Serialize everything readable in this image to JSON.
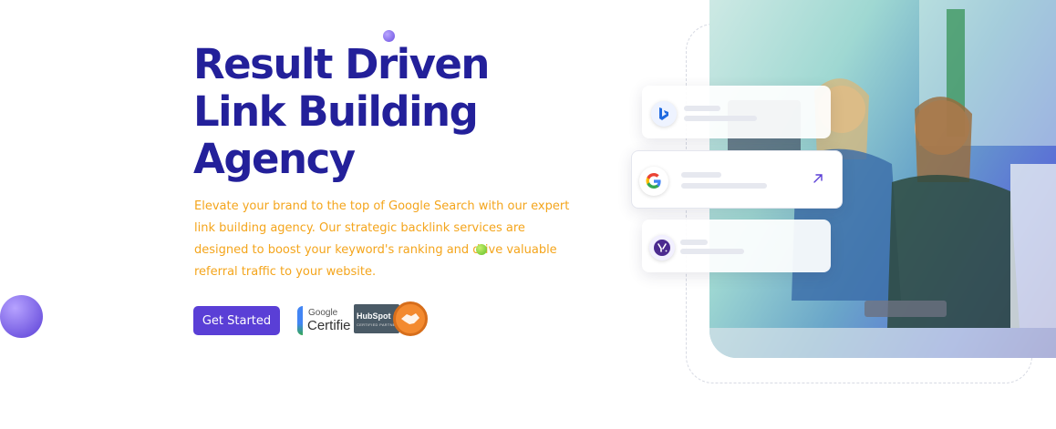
{
  "hero": {
    "title_line1": "Result Driven",
    "title_line2": "Link Building",
    "title_line3": "Agency",
    "description": "Elevate your brand to the top of Google Search with our expert link building agency. Our strategic backlink services are designed to boost your keyword's ranking and drive valuable referral traffic to your website."
  },
  "cta": {
    "label": "Get Started"
  },
  "badges": {
    "google_label": "Google",
    "google_cert": "Certifie",
    "hubspot_label": "HubSpot",
    "hubspot_sub": "CERTIFIED PARTNER"
  },
  "search_engines": [
    "bing-icon",
    "google-icon",
    "yahoo-icon"
  ],
  "colors": {
    "title": "#23209a",
    "description": "#f4a51c",
    "accent": "#5a3fd6"
  }
}
